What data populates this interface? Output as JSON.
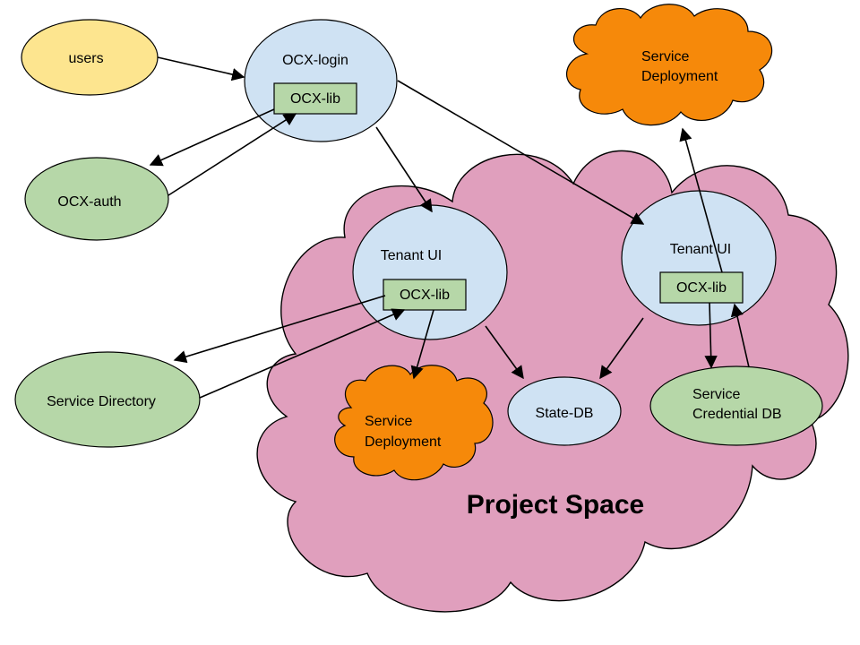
{
  "colors": {
    "user_fill": "#fde58f",
    "login_fill": "#cfe2f3",
    "lib_fill": "#b6d7a8",
    "service_fill": "#b6d7a8",
    "deploy_fill": "#f6890a",
    "project_fill": "#e09fbd",
    "outline": "#000000"
  },
  "nodes": {
    "users": "users",
    "ocx_login": "OCX-login",
    "ocx_auth": "OCX-auth",
    "service_directory": "Service Directory",
    "tenant_ui_left": "Tenant UI",
    "tenant_ui_right": "Tenant UI",
    "ocx_lib_login": "OCX-lib",
    "ocx_lib_left": "OCX-lib",
    "ocx_lib_right": "OCX-lib",
    "state_db": "State-DB",
    "credential_db_line1": "Service",
    "credential_db_line2": "Credential DB",
    "deploy_top_line1": "Service",
    "deploy_top_line2": "Deployment",
    "deploy_inner_line1": "Service",
    "deploy_inner_line2": "Deployment",
    "project_space": "Project Space"
  }
}
